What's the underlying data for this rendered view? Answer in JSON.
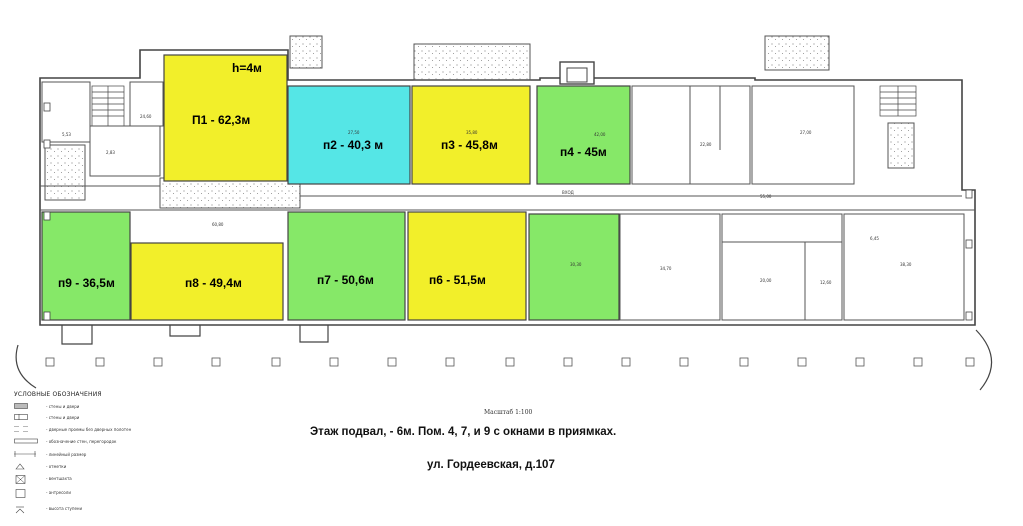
{
  "plan": {
    "scale": "Масштаб 1:100",
    "caption_main": "Этаж подвал, - 6м.  Пом. 4, 7, и 9 с окнами в приямках.",
    "caption_address": "ул. Гордеевская, д.107",
    "height_label": "h=4м",
    "colors": {
      "yellow": "#f2ef2a",
      "cyan": "#55e6e6",
      "green": "#86e868",
      "wall": "#555555",
      "hatch": "#9a9a9a"
    }
  },
  "rooms": {
    "p1": {
      "label": "П1 - 62,3м",
      "color": "yellow"
    },
    "p2": {
      "label": "п2 - 40,3 м",
      "color": "cyan"
    },
    "p3": {
      "label": "п3 - 45,8м",
      "color": "yellow"
    },
    "p4": {
      "label": "п4 - 45м",
      "color": "green"
    },
    "p9": {
      "label": "п9 - 36,5м",
      "color": "green"
    },
    "p8": {
      "label": "п8 - 49,4м",
      "color": "yellow"
    },
    "p7": {
      "label": "п7 - 50,6м",
      "color": "green"
    },
    "p6": {
      "label": "п6 - 51,5м",
      "color": "yellow"
    }
  },
  "legend": {
    "title": "УСЛОВНЫЕ ОБОЗНАЧЕНИЯ",
    "items": [
      {
        "text": "- стены и двери",
        "icon": "wall-symbol"
      },
      {
        "text": "- стены и двери",
        "icon": "wall-door-symbol"
      },
      {
        "text": "- дверные проемы без дверных полотен",
        "icon": "opening-symbol"
      },
      {
        "text": "- обозначение стен, перегородок",
        "icon": "partition-symbol"
      },
      {
        "text": "- линейный размер",
        "icon": "dimension-symbol"
      },
      {
        "text": "- отметки",
        "icon": "level-mark-symbol"
      },
      {
        "text": "- вентшахта",
        "icon": "vent-shaft-symbol"
      },
      {
        "text": "- антресоли",
        "icon": "mezzanine-symbol"
      },
      {
        "text": "- высота ступени",
        "icon": "step-symbol"
      }
    ]
  }
}
